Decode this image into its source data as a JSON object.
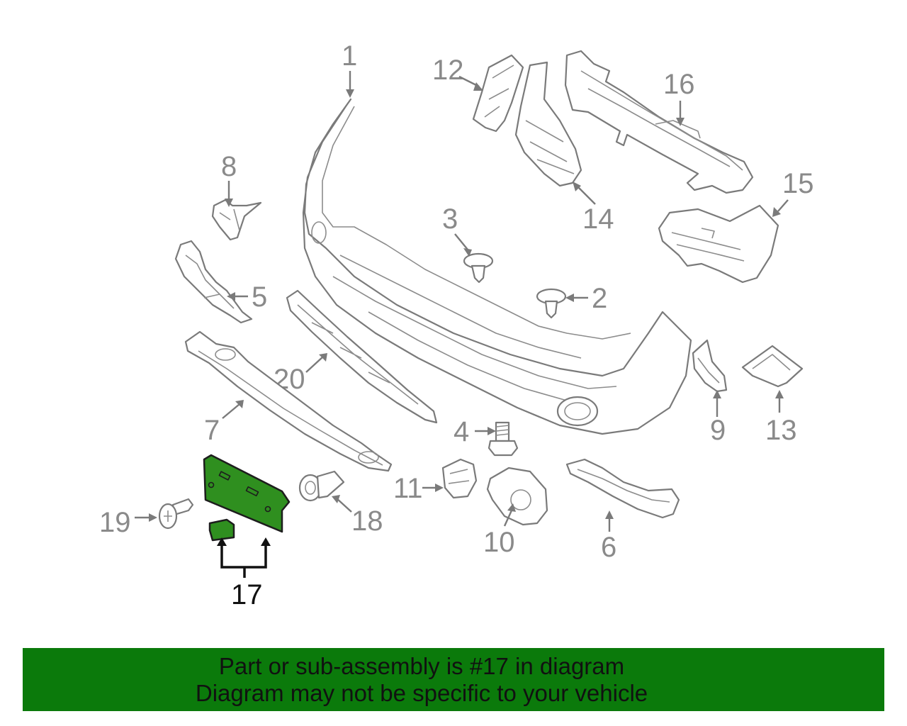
{
  "diagram": {
    "labels": {
      "p1": "1",
      "p2": "2",
      "p3": "3",
      "p4": "4",
      "p5": "5",
      "p6": "6",
      "p7": "7",
      "p8": "8",
      "p9": "9",
      "p10": "10",
      "p11": "11",
      "p12": "12",
      "p13": "13",
      "p14": "14",
      "p15": "15",
      "p16": "16",
      "p17": "17",
      "p18": "18",
      "p19": "19",
      "p20": "20"
    },
    "highlighted_part": "17",
    "highlight_color": "#2f8f1f"
  },
  "banner": {
    "line1": "Part or sub-assembly is #17 in diagram",
    "line2": "Diagram may not be specific to your vehicle",
    "background": "#0b7a0b"
  }
}
